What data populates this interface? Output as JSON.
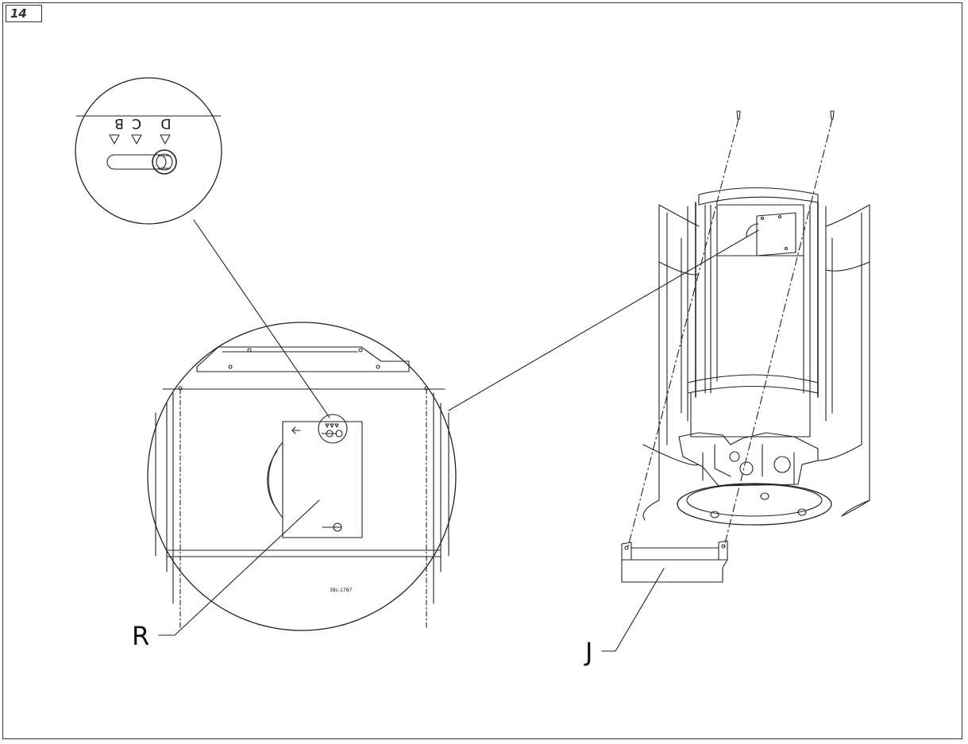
{
  "figure": {
    "number": "14"
  },
  "labels": {
    "r": "R",
    "j": "J",
    "part_code": "38c-1787",
    "positions": [
      "B",
      "C",
      "D"
    ]
  },
  "colors": {
    "line": "#222222",
    "frame": "#333333"
  }
}
